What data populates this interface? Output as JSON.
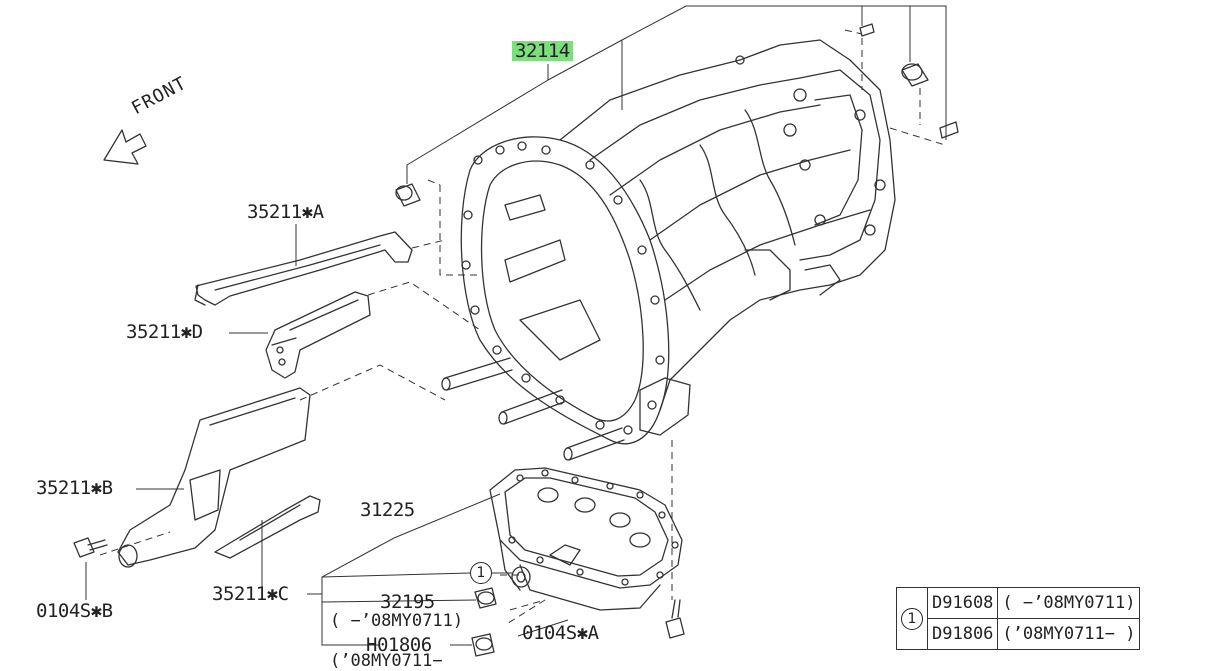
{
  "front_label": "FRONT",
  "parts": {
    "p32114": "32114",
    "p35211A": "35211✱A",
    "p35211D": "35211✱D",
    "p35211B": "35211✱B",
    "p35211C": "35211✱C",
    "p0104SB": "0104S✱B",
    "p31225": "31225",
    "p32195": "32195",
    "p32195_note": "( −’08MY0711)",
    "pH01806": "H01806",
    "pH01806_note": "(’08MY0711−",
    "p0104SA": "0104S✱A"
  },
  "callout_ref": "1",
  "legend": {
    "ref": "1",
    "rows": [
      {
        "part": "D91608",
        "range": "( −’08MY0711)"
      },
      {
        "part": "D91806",
        "range": "(’08MY0711− )"
      }
    ]
  },
  "colors": {
    "line": "#333333",
    "highlight": "#7be07b",
    "background": "#ffffff"
  }
}
